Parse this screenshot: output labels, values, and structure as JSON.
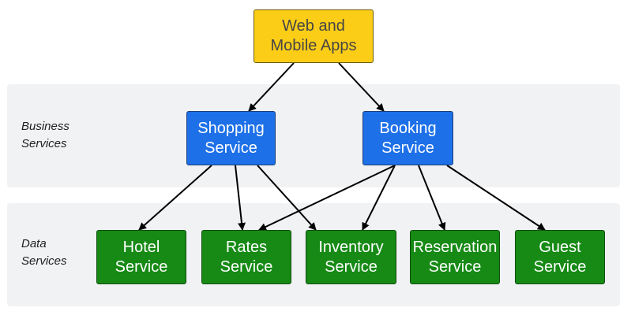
{
  "layers": {
    "business": {
      "label_lines": [
        "Business",
        "Services"
      ]
    },
    "data": {
      "label_lines": [
        "Data",
        "Services"
      ]
    }
  },
  "nodes": {
    "apps": {
      "lines": [
        "Web and",
        "Mobile Apps"
      ],
      "color": "#fbcd17"
    },
    "shopping": {
      "lines": [
        "Shopping",
        "Service"
      ],
      "color": "#1d70e8"
    },
    "booking": {
      "lines": [
        "Booking",
        "Service"
      ],
      "color": "#1d70e8"
    },
    "hotel": {
      "lines": [
        "Hotel",
        "Service"
      ],
      "color": "#178a16"
    },
    "rates": {
      "lines": [
        "Rates",
        "Service"
      ],
      "color": "#178a16"
    },
    "inventory": {
      "lines": [
        "Inventory",
        "Service"
      ],
      "color": "#178a16"
    },
    "reservation": {
      "lines": [
        "Reservation",
        "Service"
      ],
      "color": "#178a16"
    },
    "guest": {
      "lines": [
        "Guest",
        "Service"
      ],
      "color": "#178a16"
    }
  },
  "edges": [
    {
      "from": "apps",
      "to": "shopping"
    },
    {
      "from": "apps",
      "to": "booking"
    },
    {
      "from": "shopping",
      "to": "hotel"
    },
    {
      "from": "shopping",
      "to": "rates"
    },
    {
      "from": "shopping",
      "to": "inventory"
    },
    {
      "from": "booking",
      "to": "rates"
    },
    {
      "from": "booking",
      "to": "inventory"
    },
    {
      "from": "booking",
      "to": "reservation"
    },
    {
      "from": "booking",
      "to": "guest"
    }
  ]
}
